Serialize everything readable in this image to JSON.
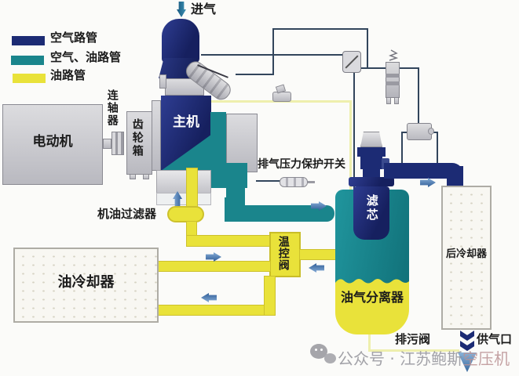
{
  "diagram": {
    "title_hint": "screw air compressor flow schematic",
    "legend": {
      "items": [
        {
          "label": "空气路管",
          "color": "#1c2b74"
        },
        {
          "label": "空气、油路管",
          "color": "#1a858c"
        },
        {
          "label": "油路管",
          "color": "#e9e23a"
        }
      ]
    },
    "labels": {
      "intake": "进气",
      "motor": "电动机",
      "coupling": "连轴器",
      "gearbox": "齿轮箱",
      "airend": "主机",
      "oil_filter": "机油过滤器",
      "discharge_switch": "排气压力保护开关",
      "thermo_valve": "温控阀",
      "oil_cooler": "油冷却器",
      "filter_element": "滤芯",
      "separator": "油气分离器",
      "after_cooler": "后冷却器",
      "drain_valve": "排污阀",
      "outlet": "供气口"
    },
    "watermark": {
      "icon": "wechat-icon",
      "part1": "公众号 · 江苏鲍斯",
      "part2": "空压机"
    },
    "colors": {
      "air_pipe": "#1c2b74",
      "air_oil_pipe": "#1a858c",
      "oil_pipe": "#e9e23a",
      "control_line": "#32455c",
      "thin_oil_line": "#eeefad"
    }
  }
}
